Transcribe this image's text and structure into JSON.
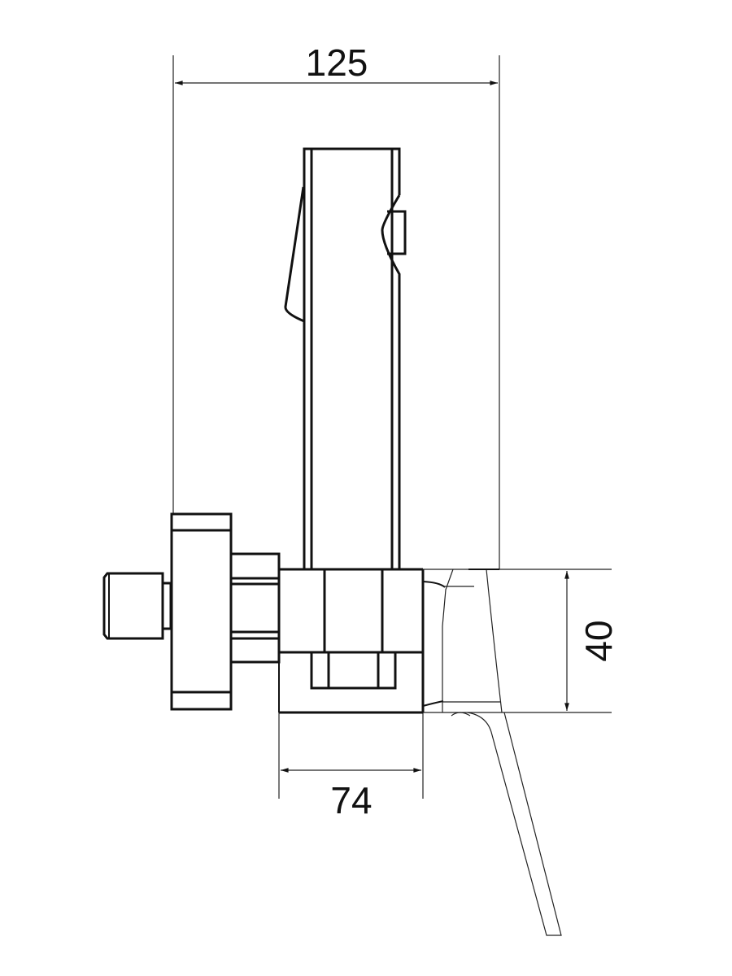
{
  "drawing": {
    "dimensions": {
      "total_width": "125",
      "body_height": "40",
      "body_width": "74"
    },
    "line_color": "#111111",
    "background": "#ffffff"
  }
}
